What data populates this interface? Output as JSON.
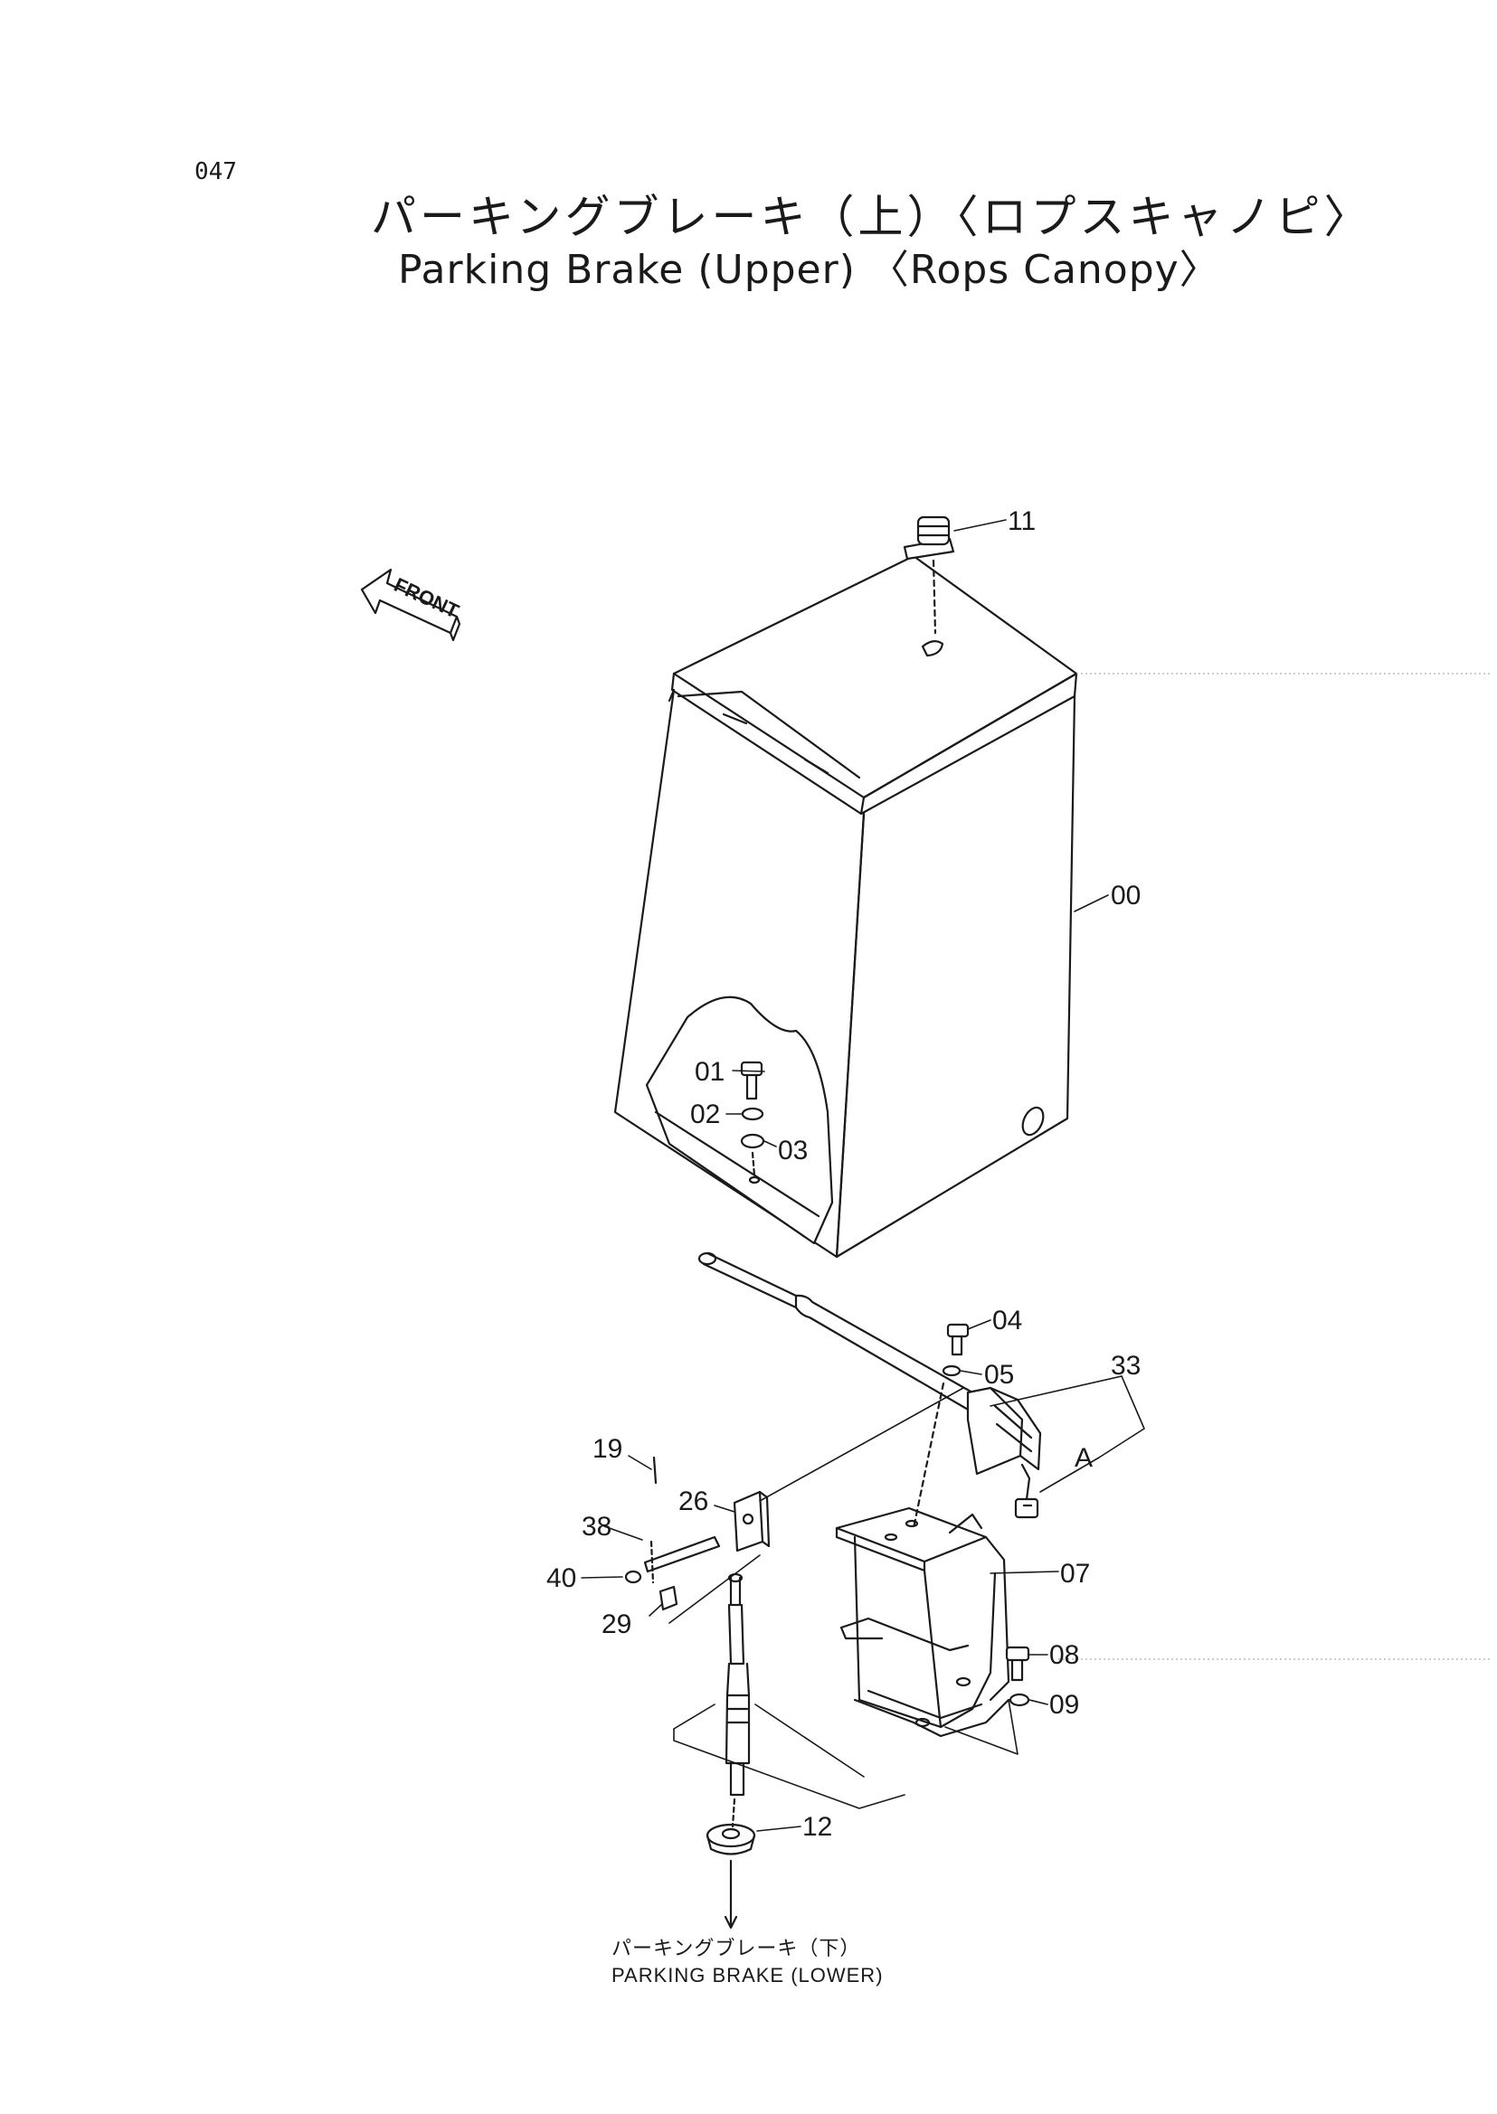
{
  "page_number": "047",
  "title_japanese": "パーキングブレーキ（上）〈ロプスキャノピ〉",
  "title_english": "Parking Brake (Upper) 〈Rops Canopy〉",
  "front_arrow_text": "FRONT",
  "footer": {
    "japanese": "パーキングブレーキ（下）",
    "english": "PARKING  BRAKE (LOWER)"
  },
  "part_labels": {
    "p00": "00",
    "p01": "01",
    "p02": "02",
    "p03": "03",
    "p04": "04",
    "p05": "05",
    "p07": "07",
    "p08": "08",
    "p09": "09",
    "p11": "11",
    "p12": "12",
    "p19": "19",
    "p26": "26",
    "p29": "29",
    "p33": "33",
    "p38": "38",
    "p40": "40",
    "pA": "A"
  }
}
